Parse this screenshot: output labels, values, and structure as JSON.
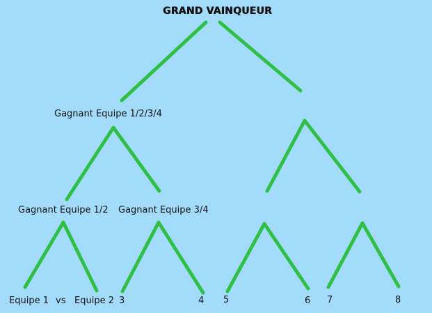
{
  "title": "GRAND VAINQUEUR",
  "winners": {
    "semi_top": "Gagnant Equipe 1/2/3/4",
    "quarter_1": "Gagnant Equipe 1/2",
    "quarter_2": "Gagnant Equipe 3/4"
  },
  "teams": {
    "t1": "Equipe 1",
    "vs": "vs",
    "t2": "Equipe 2",
    "t3": "3",
    "t4": "4",
    "t5": "5",
    "t6": "6",
    "t7": "7",
    "t8": "8"
  },
  "colors": {
    "background": "#a3dcfb",
    "line": "#2fbf45",
    "text": "#111111"
  }
}
